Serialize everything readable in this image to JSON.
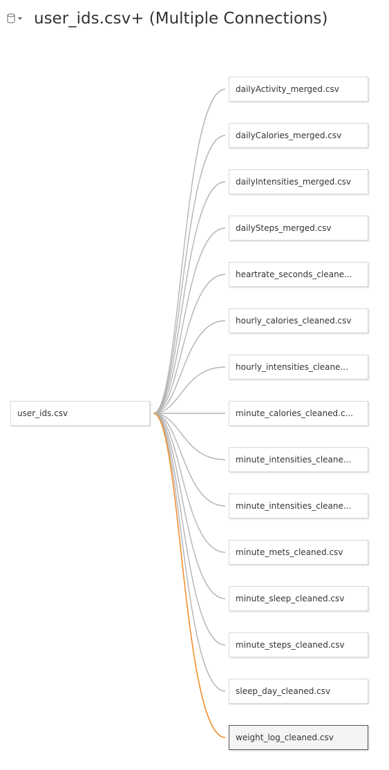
{
  "header": {
    "title": "user_ids.csv+ (Multiple Connections)",
    "icon": "database-icon"
  },
  "canvas": {
    "root": {
      "label": "user_ids.csv"
    },
    "tables": [
      {
        "label": "dailyActivity_merged.csv",
        "selected": false
      },
      {
        "label": "dailyCalories_merged.csv",
        "selected": false
      },
      {
        "label": "dailyIntensities_merged.csv",
        "selected": false
      },
      {
        "label": "dailySteps_merged.csv",
        "selected": false
      },
      {
        "label": "heartrate_seconds_cleane...",
        "selected": false
      },
      {
        "label": "hourly_calories_cleaned.csv",
        "selected": false
      },
      {
        "label": "hourly_intensities_cleane...",
        "selected": false
      },
      {
        "label": "minute_calories_cleaned.c...",
        "selected": false
      },
      {
        "label": "minute_intensities_cleane...",
        "selected": false
      },
      {
        "label": "minute_intensities_cleane...",
        "selected": false
      },
      {
        "label": "minute_mets_cleaned.csv",
        "selected": false
      },
      {
        "label": "minute_sleep_cleaned.csv",
        "selected": false
      },
      {
        "label": "minute_steps_cleaned.csv",
        "selected": false
      },
      {
        "label": "sleep_day_cleaned.csv",
        "selected": false
      },
      {
        "label": "weight_log_cleaned.csv",
        "selected": true
      }
    ]
  },
  "colors": {
    "link": "#b3b3b3",
    "link_selected": "#f28e2b",
    "box_border": "#d9d9d9",
    "box_selected_border": "#555555",
    "box_selected_bg": "#f4f4f4"
  }
}
